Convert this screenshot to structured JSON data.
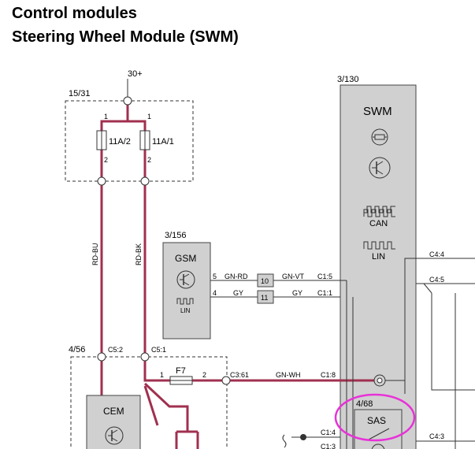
{
  "title": {
    "line1": "Control modules",
    "line2": "Steering Wheel Module (SWM)"
  },
  "colors": {
    "wire": "#a0304f",
    "module_fill": "#d0d0d0",
    "highlight": "#e832d8"
  },
  "supply": {
    "terminal": "30+",
    "fuse_box": "15/31",
    "fuses": [
      {
        "label": "11A/2",
        "pin_top": "1",
        "pin_bottom": "2"
      },
      {
        "label": "11A/1",
        "pin_top": "1",
        "pin_bottom": "2"
      }
    ],
    "wire_left": "RD-BU",
    "wire_right": "RD-BK"
  },
  "gsm": {
    "ref": "3/156",
    "name": "GSM",
    "bus_label": "LIN",
    "pins": [
      {
        "num": "5",
        "wire": "GN-RD"
      },
      {
        "num": "4",
        "wire": "GY"
      }
    ]
  },
  "connector": {
    "pins": [
      "10",
      "11"
    ],
    "wires": [
      "GN-VT",
      "GY"
    ]
  },
  "swm": {
    "ref": "3/130",
    "name": "SWM",
    "can_label": "CAN",
    "lin_label": "LIN",
    "pins": [
      "C1:5",
      "C1:1",
      "C1:8",
      "C1:4",
      "C1:3"
    ],
    "right_pins": [
      "C4:4",
      "C4:5",
      "C4:3"
    ]
  },
  "cem": {
    "ref": "4/56",
    "name": "CEM",
    "pins": [
      "C5:2",
      "C5:1"
    ],
    "fuse": {
      "label": "F7",
      "pin_left": "1",
      "pin_right": "2"
    },
    "output_pin": "C3:61",
    "output_wire": "GN-WH"
  },
  "sas": {
    "ref": "4/68",
    "name": "SAS"
  }
}
